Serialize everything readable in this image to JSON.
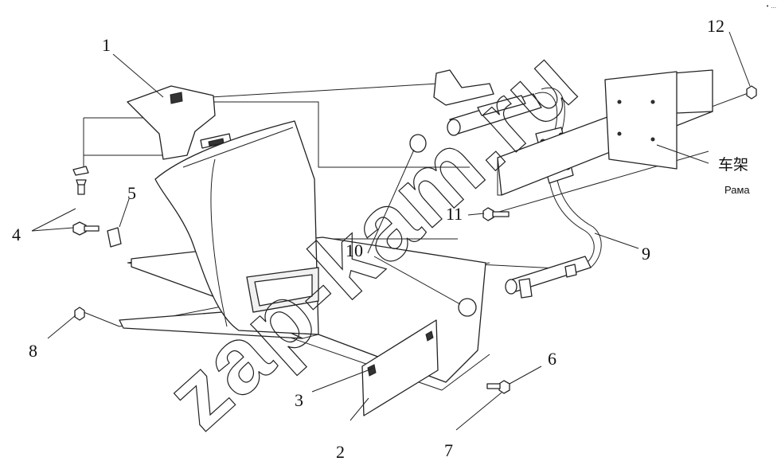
{
  "diagram": {
    "callouts": [
      "1",
      "2",
      "3",
      "4",
      "5",
      "6",
      "7",
      "8",
      "9",
      "10",
      "11",
      "12"
    ],
    "frame_label_cn": "车架",
    "frame_label_ru": "Рама",
    "watermark": "zap-kam.ru",
    "corner_mark": "• ..."
  }
}
